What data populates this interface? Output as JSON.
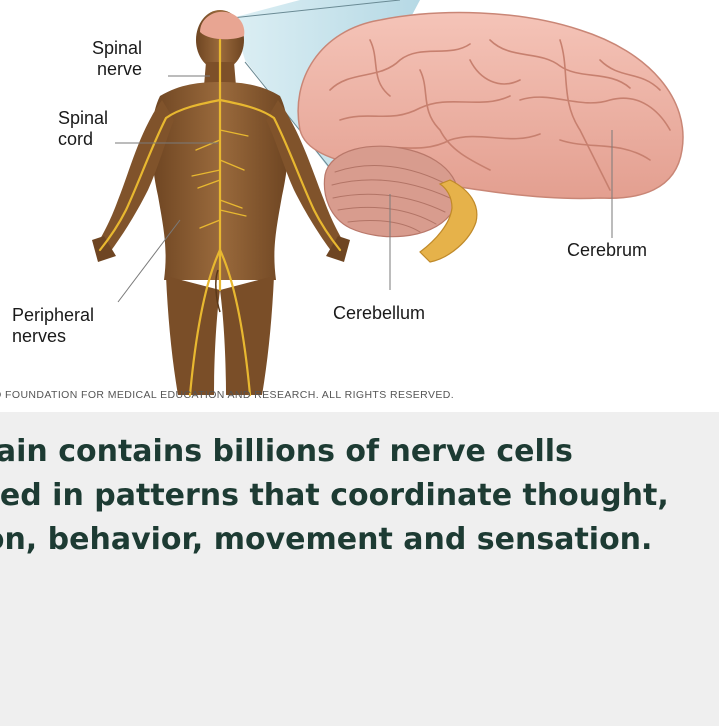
{
  "figure": {
    "labels": {
      "spinal_nerve": "Spinal\nnerve",
      "spinal_cord": "Spinal\ncord",
      "peripheral_nerves": "Peripheral\nnerves",
      "cerebellum": "Cerebellum",
      "cerebrum": "Cerebrum"
    },
    "copyright": "MAYO FOUNDATION FOR MEDICAL EDUCATION AND RESEARCH. ALL RIGHTS RESERVED."
  },
  "caption": {
    "text": "The brain contains billions of nerve cells\narranged in patterns that coordinate thought,\nemotion, behavior, movement and sensation."
  },
  "colors": {
    "skin": "#8a5a30",
    "nerve": "#e8b830",
    "brain": "#eeb0a2",
    "caption_band": "#efefef",
    "caption_text": "#1d3b33"
  }
}
